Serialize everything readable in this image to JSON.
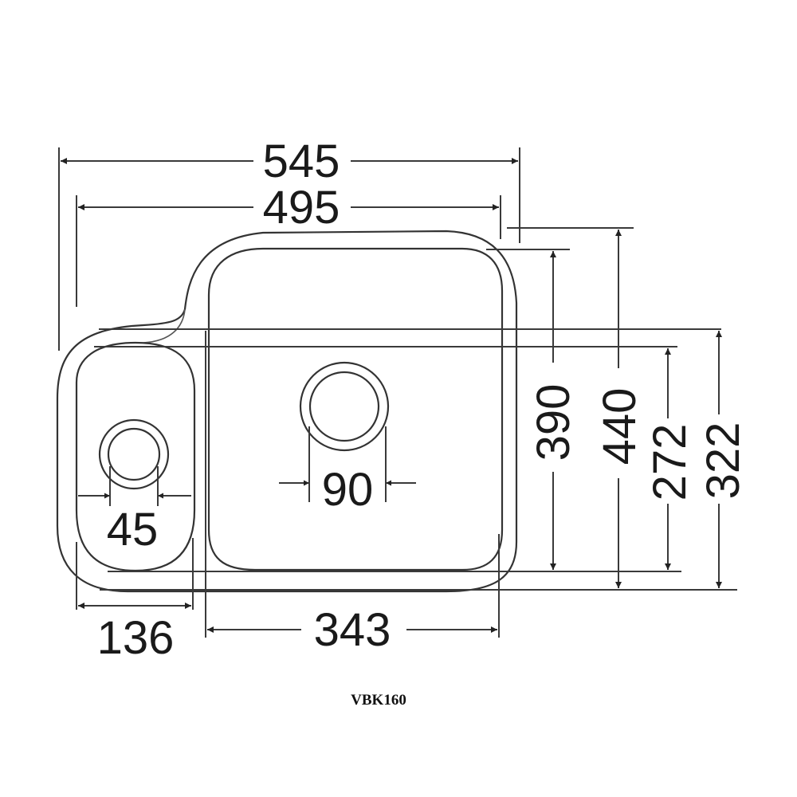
{
  "diagram": {
    "type": "technical-drawing",
    "subject": "undermount double sink, small bowl left",
    "model": "VBK160",
    "dimensions": {
      "overall_width": "545",
      "inner_width": "495",
      "small_bowl_width": "136",
      "main_bowl_width": "343",
      "main_drain_diameter": "90",
      "small_drain_diameter": "45",
      "main_bowl_depth": "390",
      "overall_depth": "440",
      "small_bowl_depth": "272",
      "small_outer_depth": "322"
    },
    "line_color": "#333333",
    "background": "#ffffff"
  }
}
